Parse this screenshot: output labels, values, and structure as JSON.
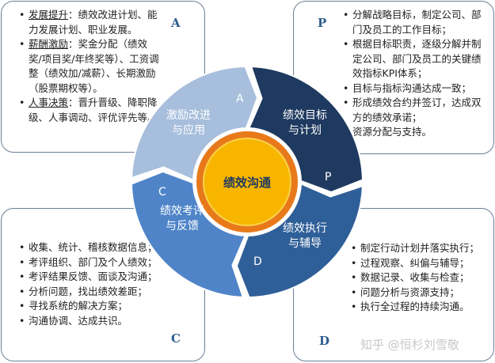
{
  "quadrants": {
    "A": {
      "letter": "A",
      "items": [
        {
          "key": "发展提升",
          "text": "：绩效改进计划、能力发展计划、职业发展。"
        },
        {
          "key": "薪酬激励",
          "text": "：奖金分配（绩效奖/项目奖/年终奖等）、工资调整（绩效加/减薪）、长期激励（股票期权等）。"
        },
        {
          "key": "人事决策",
          "text": "：晋升晋级、降职降级、人事调动、评优评先等。"
        }
      ]
    },
    "P": {
      "letter": "P",
      "items": [
        "分解战略目标，制定公司、部门及员工的工作目标；",
        "根据目标职责，逐级分解并制定公司、部门及员工的关键绩效指标KPI体系；",
        "目标与指标沟通达成一致；",
        "形成绩效合约并签订，达成双方的绩效承诺；",
        "资源分配与支持。"
      ]
    },
    "C": {
      "letter": "C",
      "items": [
        "收集、统计、稽核数据信息；",
        "考评组织、部门及个人绩效；",
        "考评结果反馈、面谈及沟通；",
        "分析问题，找出绩效差距；",
        "寻找系统的解决方案；",
        "沟通协调、达成共识。"
      ]
    },
    "D": {
      "letter": "D",
      "items": [
        "制定行动计划并落实执行；",
        "过程观察、纠偏与辅导；",
        "数据记录、收集与检查；",
        "问题分析与资源支持；",
        "执行全过程的持续沟通。"
      ]
    }
  },
  "cycle": {
    "center": "绩效沟通",
    "segments": [
      {
        "id": "A",
        "label": "激励改进与应用",
        "letter": "A",
        "color": "#a7bedc"
      },
      {
        "id": "P",
        "label": "绩效目标与计划",
        "letter": "P",
        "color": "#1f3a60"
      },
      {
        "id": "D",
        "label": "绩效执行与辅导",
        "letter": "D",
        "color": "#2f5f98"
      },
      {
        "id": "C",
        "label": "绩效考评与反馈",
        "letter": "C",
        "color": "#4f84c8"
      }
    ],
    "center_color": "#f7b500",
    "ring_color": "#e8791a"
  },
  "watermark": "知乎 @恒杉刘雪敬"
}
